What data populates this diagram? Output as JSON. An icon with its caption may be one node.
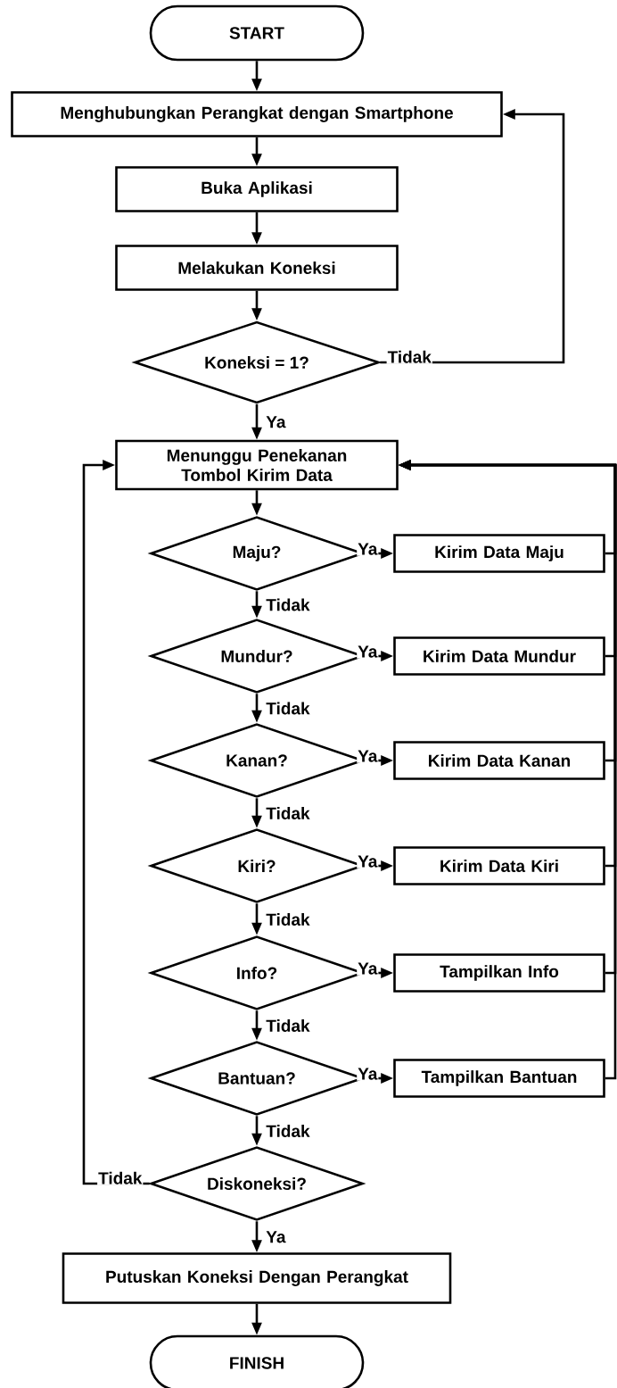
{
  "diagram": {
    "nodes": [
      {
        "text": [
          "START"
        ]
      },
      {
        "text": [
          "Menghubungkan Perangkat dengan Smartphone"
        ]
      },
      {
        "text": [
          "Buka Aplikasi"
        ]
      },
      {
        "text": [
          "Melakukan Koneksi"
        ]
      },
      {
        "text": [
          "Koneksi = 1?"
        ]
      },
      {
        "text": [
          "Menunggu Penekanan Tombol Kirim Data"
        ]
      },
      {
        "text": [
          "Maju?"
        ]
      },
      {
        "text": [
          "Kirim Data Maju"
        ]
      },
      {
        "text": [
          "Mundur?"
        ]
      },
      {
        "text": [
          "Kirim Data Mundur"
        ]
      },
      {
        "text": [
          "Kanan?"
        ]
      },
      {
        "text": [
          "Kirim Data Kanan"
        ]
      },
      {
        "text": [
          "Kiri?"
        ]
      },
      {
        "text": [
          "Kirim Data Kiri"
        ]
      },
      {
        "text": [
          "Info?"
        ]
      },
      {
        "text": [
          "Tampilkan Info"
        ]
      },
      {
        "text": [
          "Bantuan?"
        ]
      },
      {
        "text": [
          "Tampilkan Bantuan"
        ]
      },
      {
        "text": [
          "Diskoneksi?"
        ]
      },
      {
        "text": [
          "Putuskan Koneksi Dengan Perangkat"
        ]
      },
      {
        "text": [
          "FINISH"
        ]
      }
    ],
    "edges": [
      {
        "from": 0,
        "to": 1,
        "arrow": "to"
      },
      {
        "from": 1,
        "to": 2,
        "arrow": "to"
      },
      {
        "from": 2,
        "to": 3,
        "arrow": "to"
      },
      {
        "from": 3,
        "to": 4,
        "arrow": "to"
      },
      {
        "from": 4,
        "to": 1,
        "arrow": "to",
        "label": "Tidak"
      },
      {
        "from": 4,
        "to": 5,
        "arrow": "to",
        "label": "Ya"
      },
      {
        "from": 5,
        "to": 6,
        "arrow": "to"
      },
      {
        "from": 6,
        "to": 7,
        "arrow": "to",
        "label": "Ya"
      },
      {
        "from": 6,
        "to": 8,
        "arrow": "to",
        "label": "Tidak"
      },
      {
        "from": 7,
        "to": 5,
        "arrow": "to"
      },
      {
        "from": 8,
        "to": 9,
        "arrow": "to",
        "label": "Ya"
      },
      {
        "from": 8,
        "to": 10,
        "arrow": "to",
        "label": "Tidak"
      },
      {
        "from": 9,
        "to": 5,
        "arrow": "to"
      },
      {
        "from": 10,
        "to": 11,
        "arrow": "to",
        "label": "Ya"
      },
      {
        "from": 10,
        "to": 12,
        "arrow": "to",
        "label": "Tidak"
      },
      {
        "from": 11,
        "to": 5,
        "arrow": "to"
      },
      {
        "from": 12,
        "to": 13,
        "arrow": "to",
        "label": "Ya"
      },
      {
        "from": 12,
        "to": 14,
        "arrow": "to",
        "label": "Tidak"
      },
      {
        "from": 13,
        "to": 5,
        "arrow": "to"
      },
      {
        "from": 14,
        "to": 15,
        "arrow": "to",
        "label": "Ya"
      },
      {
        "from": 14,
        "to": 16,
        "arrow": "to",
        "label": "Tidak"
      },
      {
        "from": 15,
        "to": 5,
        "arrow": "to"
      },
      {
        "from": 16,
        "to": 17,
        "arrow": "to",
        "label": "Ya"
      },
      {
        "from": 16,
        "to": 18,
        "arrow": "to",
        "label": "Tidak"
      },
      {
        "from": 17,
        "to": 5,
        "arrow": "to"
      },
      {
        "from": 18,
        "to": 5,
        "arrow": "to",
        "label": "Tidak"
      },
      {
        "from": 18,
        "to": 19,
        "arrow": "to",
        "label": "Ya"
      },
      {
        "from": 19,
        "to": 20,
        "arrow": "to"
      }
    ]
  }
}
